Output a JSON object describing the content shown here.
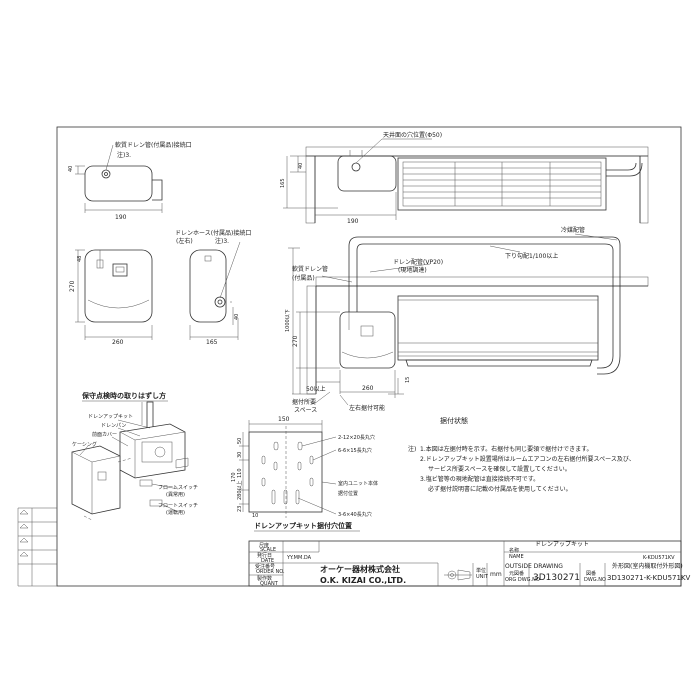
{
  "labels": {
    "soft_drain_pipe_connection": "軟質ドレン管(付属品)接続口",
    "note3_top": "注)3.",
    "drain_hose_connection": "ドレンホース(付属品)接続口",
    "left_right": "(左右)",
    "note3_side": "注)3.",
    "ceiling_hole": "天井面の穴位置(Φ50)",
    "refrigerant_pipe": "冷媒配管",
    "downward_slope": "下り勾配1/100以上",
    "drain_piping": "ドレン配管(VP20)",
    "site_supplied": "(現地調達)",
    "soft_drain_pipe": "軟質ドレン管",
    "accessory": "(付属品)",
    "install_space": "据付所要",
    "space": "スペース",
    "right_install_ok": "左右据付可能",
    "install_state": "据付状態",
    "maintenance_title": "保守点検時の取りはずし方",
    "drain_up_kit": "ドレンアップキット",
    "drain_pan": "ドレンパン",
    "front_cover": "前面カバー",
    "casing": "ケーシング",
    "float_switch_abnormal": "フロートスイッチ",
    "abnormal": "(異常用)",
    "float_switch_operation": "フロートスイッチ",
    "operation": "(運転用)",
    "hole_12x20": "2-12×20長丸穴",
    "hole_6x15": "6-6×15長丸穴",
    "indoor_unit_body": "室内ユニット本体",
    "install_position": "据付位置",
    "hole_6x40": "3-6×40長丸穴",
    "mounting_hole_title": "ドレンアップキット据付穴位置"
  },
  "dimensions": {
    "d40_top": "40",
    "d190_top": "190",
    "d48": "48",
    "d270_left": "270",
    "d260_left": "260",
    "d40_side": "40",
    "d165_side": "165",
    "d40_wall": "40",
    "d165_wall": "165",
    "d190_wall": "190",
    "d1000": "1000以下",
    "d270_install": "270",
    "d50": "50以上",
    "d260_install": "260",
    "d15": "15",
    "d150": "150",
    "d50_mnt": "50",
    "d30_mnt": "30",
    "d110": "110",
    "d170": "170",
    "d280": "280以上",
    "d23": "23",
    "d10": "10"
  },
  "notes": {
    "prefix": "注)",
    "n1": "1.本図は左据付時を示す。右据付も同じ要領で据付けできます。",
    "n2a": "2.ドレンアップキット設置場所はルームエアコンの左右据付所要スペース及び、",
    "n2b": "サービス所要スペースを確保して設置してください。",
    "n3a": "3.塩ビ管等の現地配管は直接接続不可です。",
    "n3b": "必ず据付説明書に記載の付属品を使用してください。"
  },
  "title_block": {
    "scale_label": "尺度",
    "scale_sub": "SCALE",
    "date_label": "発行日",
    "date_sub": "DATE",
    "order_label": "受注番号",
    "order_sub": "ORDER NO.",
    "maker_label": "製作数",
    "maker_sub": "QUANT",
    "stamp": "YY.MM.DA",
    "company_jp": "オーケー器材株式会社",
    "company_en": "O.K. KIZAI CO.,LTD.",
    "drawing_type_en": "OUTSIDE DRAWING",
    "unit_label": "単位",
    "unit_sub": "UNIT",
    "unit_value": "mm",
    "name_label": "名称",
    "name_sub": "NAME",
    "product_name": "ドレンアップキット",
    "model": "K-KDU571KV",
    "drawing_type_jp": "外形図(室内機取付外形図)",
    "dwg_no_label": "元図番",
    "dwg_no_sub": "ORG DWG.NO",
    "dwg_no": "3D130271",
    "fig_no_label": "図番",
    "fig_no_sub": "DWG.NO",
    "fig_no": "3D130271-K-KDU571KV"
  }
}
